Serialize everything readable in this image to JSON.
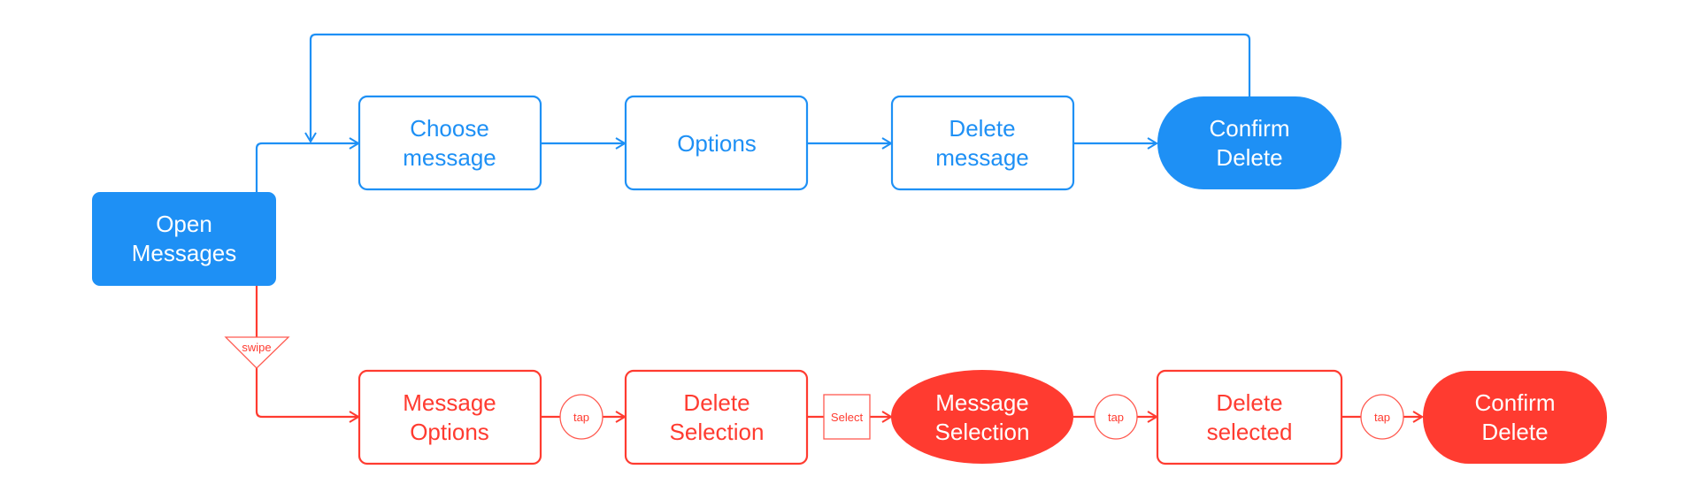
{
  "colors": {
    "blue": "#1E90F5",
    "red": "#FF3B30"
  },
  "start": {
    "line1": "Open",
    "line2": "Messages"
  },
  "top_flow": [
    {
      "line1": "Choose",
      "line2": "message"
    },
    {
      "line1": "Options",
      "line2": ""
    },
    {
      "line1": "Delete",
      "line2": "message"
    },
    {
      "line1": "Confirm",
      "line2": "Delete"
    }
  ],
  "bottom_flow": [
    {
      "line1": "Message",
      "line2": "Options"
    },
    {
      "line1": "Delete",
      "line2": "Selection"
    },
    {
      "line1": "Message",
      "line2": "Selection"
    },
    {
      "line1": "Delete",
      "line2": "selected"
    },
    {
      "line1": "Confirm",
      "line2": "Delete"
    }
  ],
  "connectors": {
    "swipe": "swipe",
    "tap1": "tap",
    "select": "Select",
    "tap2": "tap",
    "tap3": "tap"
  }
}
